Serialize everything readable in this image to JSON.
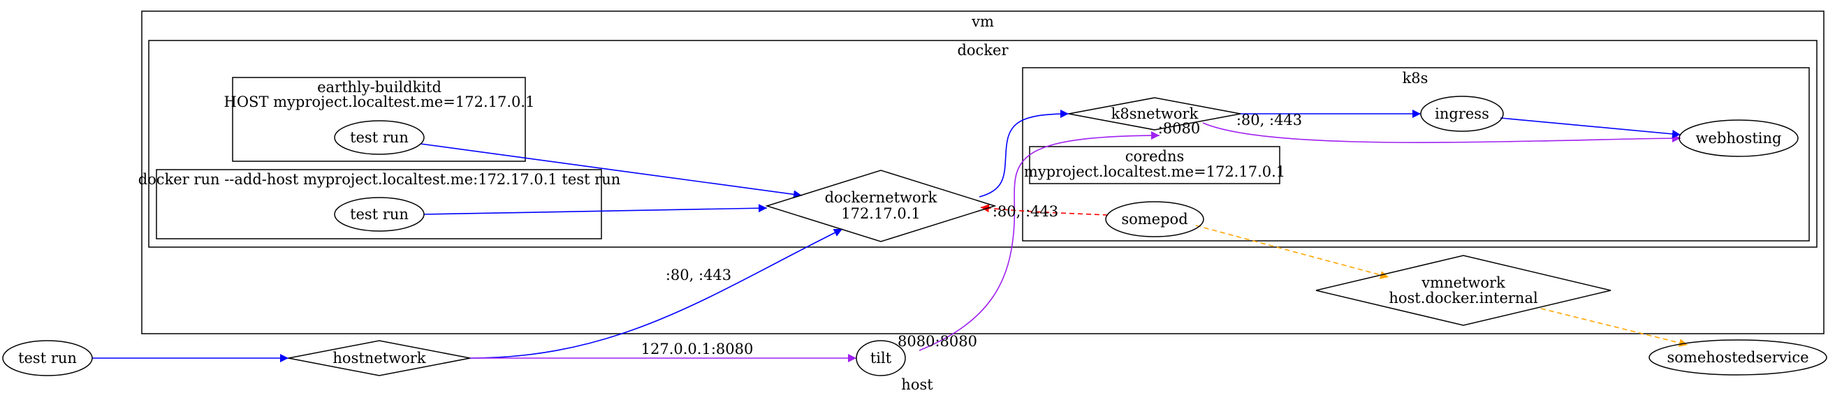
{
  "colors": {
    "blue": "#0000ff",
    "purple": "#a020f0",
    "red": "#ff0000",
    "orange": "#ffa500",
    "black": "#000000"
  },
  "clusters": {
    "host": "host",
    "vm": "vm",
    "docker": "docker",
    "k8s": "k8s",
    "earthly_line1": "earthly-buildkitd",
    "earthly_line2": "HOST myproject.localtest.me=172.17.0.1",
    "docker_run": "docker run --add-host myproject.localtest.me:172.17.0.1 test run",
    "coredns_line1": "coredns",
    "coredns_line2": "myproject.localtest.me=172.17.0.1"
  },
  "nodes": {
    "test_run_host": "test run",
    "hostnetwork": "hostnetwork",
    "tilt": "tilt",
    "somehostedservice": "somehostedservice",
    "test_run_earthly": "test run",
    "test_run_docker": "test run",
    "dockernetwork_line1": "dockernetwork",
    "dockernetwork_line2": "172.17.0.1",
    "k8snetwork": "k8snetwork",
    "ingress": "ingress",
    "webhosting": "webhosting",
    "somepod": "somepod",
    "vmnetwork_line1": "vmnetwork",
    "vmnetwork_line2": "host.docker.internal"
  },
  "edge_labels": {
    "hostnetwork_dockernetwork": ":80, :443",
    "hostnetwork_tilt": "127.0.0.1:8080",
    "tilt_k8snetwork": "8080:8080",
    "tilt_k8snetwork_head": ":8080",
    "k8snetwork_ingress": ":80, :443",
    "somepod_dockernetwork": ":80, :443"
  }
}
